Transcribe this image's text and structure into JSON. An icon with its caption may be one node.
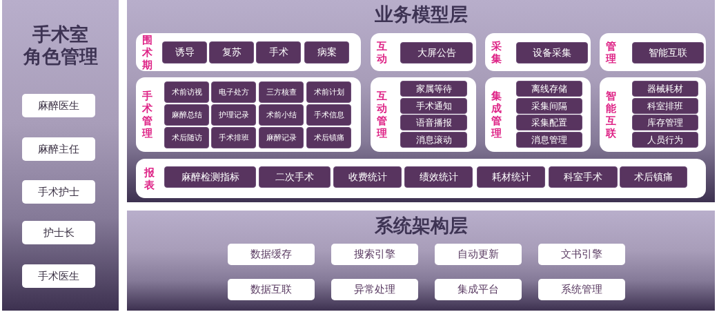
{
  "diagram": {
    "nodes": [
      {
        "text": [
          "手术室角色管理"
        ]
      },
      {
        "text": [
          "麻醉医生"
        ],
        "in": 0
      },
      {
        "text": [
          "麻醉主任"
        ],
        "in": 0
      },
      {
        "text": [
          "手术护士"
        ],
        "in": 0
      },
      {
        "text": [
          "护士长"
        ],
        "in": 0
      },
      {
        "text": [
          "手术医生"
        ],
        "in": 0
      },
      {
        "text": [
          "业务模型层"
        ]
      },
      {
        "text": [
          "围术期"
        ],
        "in": 6
      },
      {
        "text": [
          "诱导"
        ],
        "in": 7
      },
      {
        "text": [
          "复苏"
        ],
        "in": 7
      },
      {
        "text": [
          "手术"
        ],
        "in": 7
      },
      {
        "text": [
          "病案"
        ],
        "in": 7
      },
      {
        "text": [
          "互动"
        ],
        "in": 6
      },
      {
        "text": [
          "大屏公告"
        ],
        "in": 12
      },
      {
        "text": [
          "采集"
        ],
        "in": 6
      },
      {
        "text": [
          "设备采集"
        ],
        "in": 14
      },
      {
        "text": [
          "管理"
        ],
        "in": 6
      },
      {
        "text": [
          "智能互联"
        ],
        "in": 16
      },
      {
        "text": [
          "手术管理"
        ],
        "in": 6
      },
      {
        "text": [
          "术前访视"
        ],
        "in": 18
      },
      {
        "text": [
          "电子处方"
        ],
        "in": 18
      },
      {
        "text": [
          "三方核查"
        ],
        "in": 18
      },
      {
        "text": [
          "术前计划"
        ],
        "in": 18
      },
      {
        "text": [
          "麻醉总结"
        ],
        "in": 18
      },
      {
        "text": [
          "护理记录"
        ],
        "in": 18
      },
      {
        "text": [
          "术前小结"
        ],
        "in": 18
      },
      {
        "text": [
          "手术信息"
        ],
        "in": 18
      },
      {
        "text": [
          "术后随访"
        ],
        "in": 18
      },
      {
        "text": [
          "手术排班"
        ],
        "in": 18
      },
      {
        "text": [
          "麻醉记录"
        ],
        "in": 18
      },
      {
        "text": [
          "术后镇痛"
        ],
        "in": 18
      },
      {
        "text": [
          "互动管理"
        ],
        "in": 6
      },
      {
        "text": [
          "家属等待"
        ],
        "in": 31
      },
      {
        "text": [
          "手术通知"
        ],
        "in": 31
      },
      {
        "text": [
          "语音播报"
        ],
        "in": 31
      },
      {
        "text": [
          "消息滚动"
        ],
        "in": 31
      },
      {
        "text": [
          "集成管理"
        ],
        "in": 6
      },
      {
        "text": [
          "离线存储"
        ],
        "in": 36
      },
      {
        "text": [
          "采集间隔"
        ],
        "in": 36
      },
      {
        "text": [
          "采集配置"
        ],
        "in": 36
      },
      {
        "text": [
          "消息管理"
        ],
        "in": 36
      },
      {
        "text": [
          "智能互联"
        ],
        "in": 6
      },
      {
        "text": [
          "器械耗材"
        ],
        "in": 41
      },
      {
        "text": [
          "科室排班"
        ],
        "in": 41
      },
      {
        "text": [
          "库存管理"
        ],
        "in": 41
      },
      {
        "text": [
          "人员行为"
        ],
        "in": 41
      },
      {
        "text": [
          "报表"
        ],
        "in": 6
      },
      {
        "text": [
          "麻醉检测指标"
        ],
        "in": 46
      },
      {
        "text": [
          "二次手术"
        ],
        "in": 46
      },
      {
        "text": [
          "收费统计"
        ],
        "in": 46
      },
      {
        "text": [
          "绩效统计"
        ],
        "in": 46
      },
      {
        "text": [
          "耗材统计"
        ],
        "in": 46
      },
      {
        "text": [
          "科室手术"
        ],
        "in": 46
      },
      {
        "text": [
          "术后镇痛"
        ],
        "in": 46
      },
      {
        "text": [
          "系统架构层"
        ]
      },
      {
        "text": [
          "数据缓存"
        ],
        "in": 54
      },
      {
        "text": [
          "搜索引擎"
        ],
        "in": 54
      },
      {
        "text": [
          "自动更新"
        ],
        "in": 54
      },
      {
        "text": [
          "文书引擎"
        ],
        "in": 54
      },
      {
        "text": [
          "数据互联"
        ],
        "in": 54
      },
      {
        "text": [
          "异常处理"
        ],
        "in": 54
      },
      {
        "text": [
          "集成平台"
        ],
        "in": 54
      },
      {
        "text": [
          "系统管理"
        ],
        "in": 54
      }
    ]
  }
}
